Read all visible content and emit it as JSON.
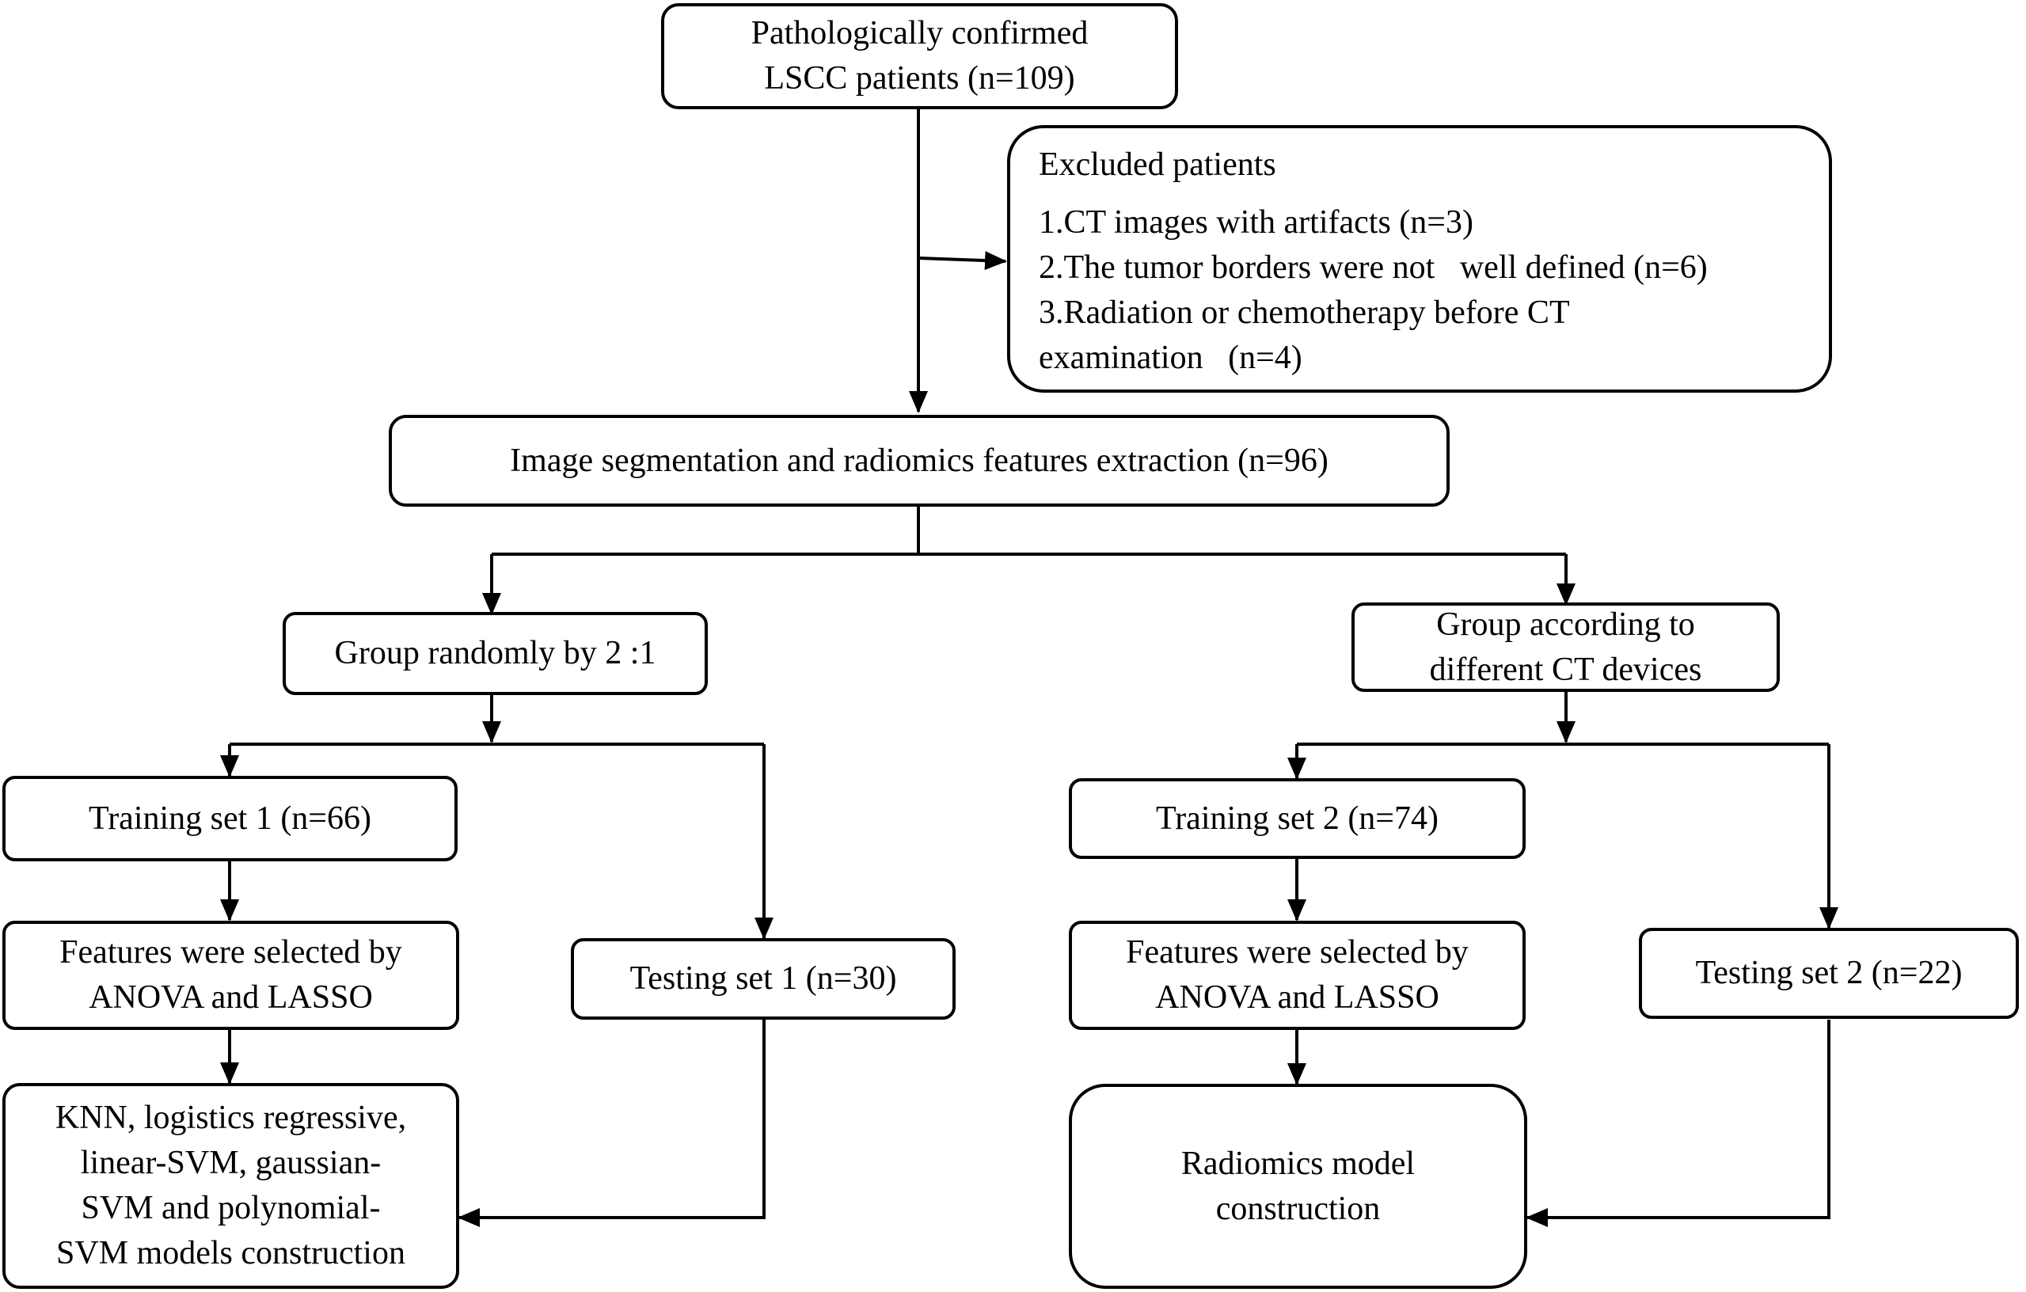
{
  "boxes": {
    "patients": {
      "line1": "Pathologically confirmed",
      "line2": "LSCC patients (n=109)"
    },
    "excluded": {
      "title": "Excluded patients",
      "items": [
        "1.CT images with artifacts (n=3)",
        "2.The tumor borders were not   well defined (n=6)",
        "3.Radiation or chemotherapy before CT",
        "examination   (n=4)"
      ]
    },
    "segmentation": {
      "label": "Image segmentation and radiomics features extraction (n=96)"
    },
    "group_random": {
      "label": "Group randomly by 2 :1"
    },
    "group_devices": {
      "line1": "Group according to",
      "line2": "different CT devices"
    },
    "training1": {
      "label": "Training set 1 (n=66)"
    },
    "training2": {
      "label": "Training set 2 (n=74)"
    },
    "features1": {
      "line1": "Features were selected by",
      "line2": "ANOVA and LASSO"
    },
    "features2": {
      "line1": "Features were selected by",
      "line2": "ANOVA and LASSO"
    },
    "testing1": {
      "label": "Testing set 1 (n=30)"
    },
    "testing2": {
      "label": "Testing set 2 (n=22)"
    },
    "models1": {
      "line1": "KNN, logistics regressive,",
      "line2": "linear-SVM, gaussian-",
      "line3": "SVM and polynomial-",
      "line4": "SVM models construction"
    },
    "models2": {
      "line1": "Radiomics model",
      "line2": "construction"
    }
  }
}
